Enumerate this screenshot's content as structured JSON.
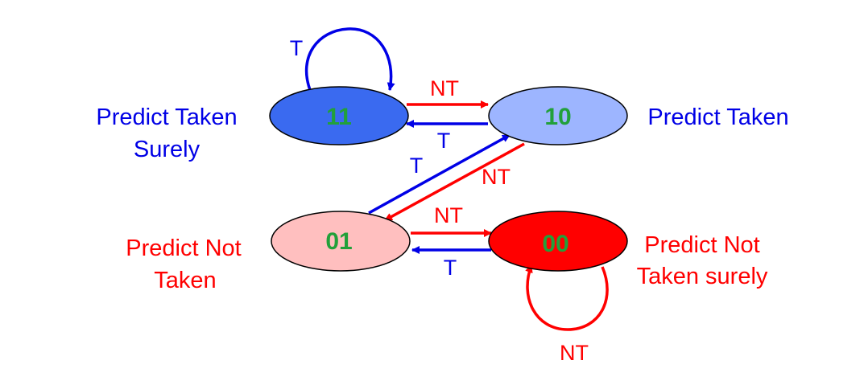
{
  "colors": {
    "taken": "#0000e6",
    "not_taken": "#ff0000",
    "state_code": "#22a03a",
    "state_11_fill": "#3a6af0",
    "state_10_fill": "#9db5ff",
    "state_01_fill": "#ffbfbf",
    "state_00_fill": "#ff0000",
    "ellipse_stroke": "#000000"
  },
  "states": {
    "s11": {
      "code": "11",
      "desc_line1": "Predict Taken",
      "desc_line2": "Surely"
    },
    "s10": {
      "code": "10",
      "desc_line1": "Predict Taken"
    },
    "s01": {
      "code": "01",
      "desc_line1": "Predict Not",
      "desc_line2": "Taken"
    },
    "s00": {
      "code": "00",
      "desc_line1": "Predict Not",
      "desc_line2": "Taken surely"
    }
  },
  "transitions": {
    "self_11": "T",
    "t11_10": "NT",
    "t10_11": "T",
    "t01_10": "T",
    "t10_01": "NT",
    "t01_00": "NT",
    "t00_01": "T",
    "self_00": "NT"
  }
}
